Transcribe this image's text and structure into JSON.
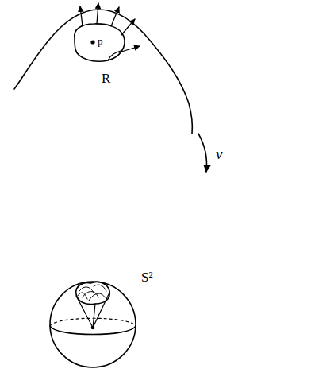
{
  "diagram": {
    "labels": [
      "p",
      "R",
      "ν",
      "S²"
    ]
  }
}
